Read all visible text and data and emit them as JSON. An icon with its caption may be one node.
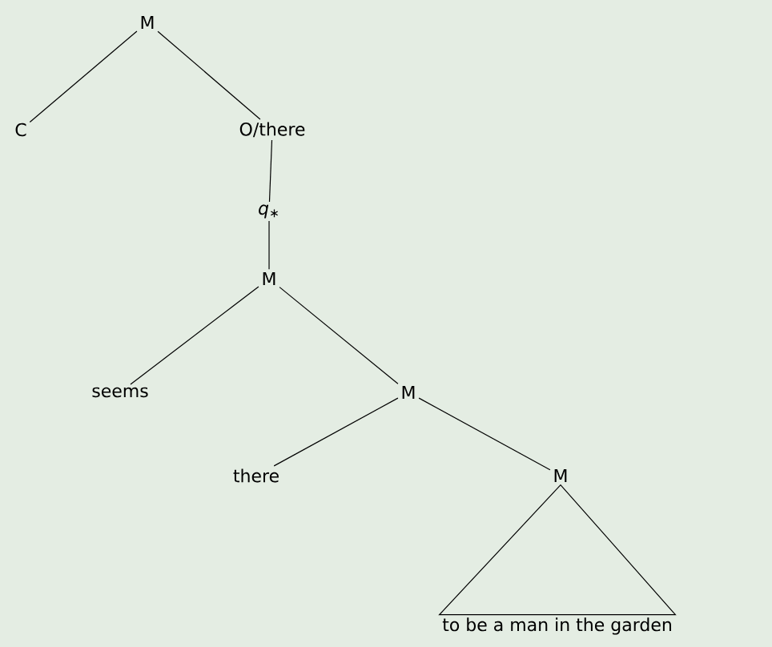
{
  "diagram": {
    "nodes": [
      {
        "text": [
          "M"
        ]
      },
      {
        "text": [
          "C"
        ]
      },
      {
        "text": [
          "O/there"
        ]
      },
      {
        "text": [
          "*q*$_{∗}$"
        ]
      },
      {
        "text": [
          "M"
        ]
      },
      {
        "text": [
          "seems"
        ]
      },
      {
        "text": [
          "M"
        ]
      },
      {
        "text": [
          "there"
        ]
      },
      {
        "text": [
          "M"
        ]
      },
      {
        "text": [
          "to be a man in the garden"
        ]
      }
    ],
    "edges": [
      {
        "from": 0,
        "to": 1,
        "arrow": "none"
      },
      {
        "from": 0,
        "to": 2,
        "arrow": "none"
      },
      {
        "from": 2,
        "to": 3,
        "arrow": "none"
      },
      {
        "from": 3,
        "to": 4,
        "arrow": "none"
      },
      {
        "from": 4,
        "to": 5,
        "arrow": "none"
      },
      {
        "from": 4,
        "to": 6,
        "arrow": "none"
      },
      {
        "from": 6,
        "to": 7,
        "arrow": "none"
      },
      {
        "from": 6,
        "to": 8,
        "arrow": "none"
      },
      {
        "from": 8,
        "to": 9,
        "arrow": "none"
      }
    ]
  }
}
